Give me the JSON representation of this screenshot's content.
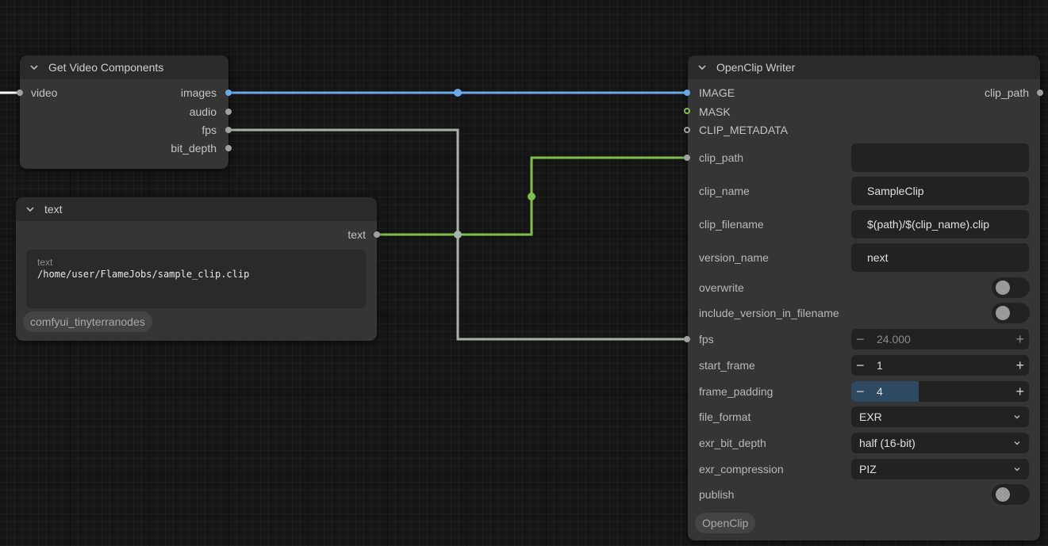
{
  "nodes": {
    "video_components": {
      "title": "Get Video Components",
      "input_video": "video",
      "outputs": [
        "images",
        "audio",
        "fps",
        "bit_depth"
      ]
    },
    "text_node": {
      "title": "text",
      "output_text": "text",
      "field_label": "text",
      "field_value": "/home/user/FlameJobs/sample_clip.clip",
      "badge": "comfyui_tinyterranodes"
    },
    "openclip": {
      "title": "OpenClip Writer",
      "inputs": [
        "IMAGE",
        "MASK",
        "CLIP_METADATA"
      ],
      "output": "clip_path",
      "widgets": {
        "clip_path": {
          "label": "clip_path",
          "value": ""
        },
        "clip_name": {
          "label": "clip_name",
          "value": "SampleClip"
        },
        "clip_filename": {
          "label": "clip_filename",
          "value": "$(path)/$(clip_name).clip"
        },
        "version_name": {
          "label": "version_name",
          "value": "next"
        },
        "overwrite": {
          "label": "overwrite",
          "value": false
        },
        "include_version": {
          "label": "include_version_in_filename",
          "value": false
        },
        "fps": {
          "label": "fps",
          "value": "24.000"
        },
        "start_frame": {
          "label": "start_frame",
          "value": "1"
        },
        "frame_padding": {
          "label": "frame_padding",
          "value": "4",
          "fill_fraction": 0.38
        },
        "file_format": {
          "label": "file_format",
          "value": "EXR"
        },
        "exr_bit_depth": {
          "label": "exr_bit_depth",
          "value": "half (16-bit)"
        },
        "exr_compression": {
          "label": "exr_compression",
          "value": "PIZ"
        },
        "publish": {
          "label": "publish",
          "value": false
        }
      },
      "badge": "OpenClip"
    }
  },
  "icons": {
    "collapse": "chevron-down-icon",
    "decrement": "minus-icon",
    "increment": "plus-icon"
  },
  "colors": {
    "canvas": "#151515",
    "node_body": "#353535",
    "node_header": "#2a2a2a",
    "image_link": "#6aa9e6",
    "string_link": "#7ebf4a",
    "float_link": "#a7b3a7",
    "video_link": "#ffffff"
  }
}
